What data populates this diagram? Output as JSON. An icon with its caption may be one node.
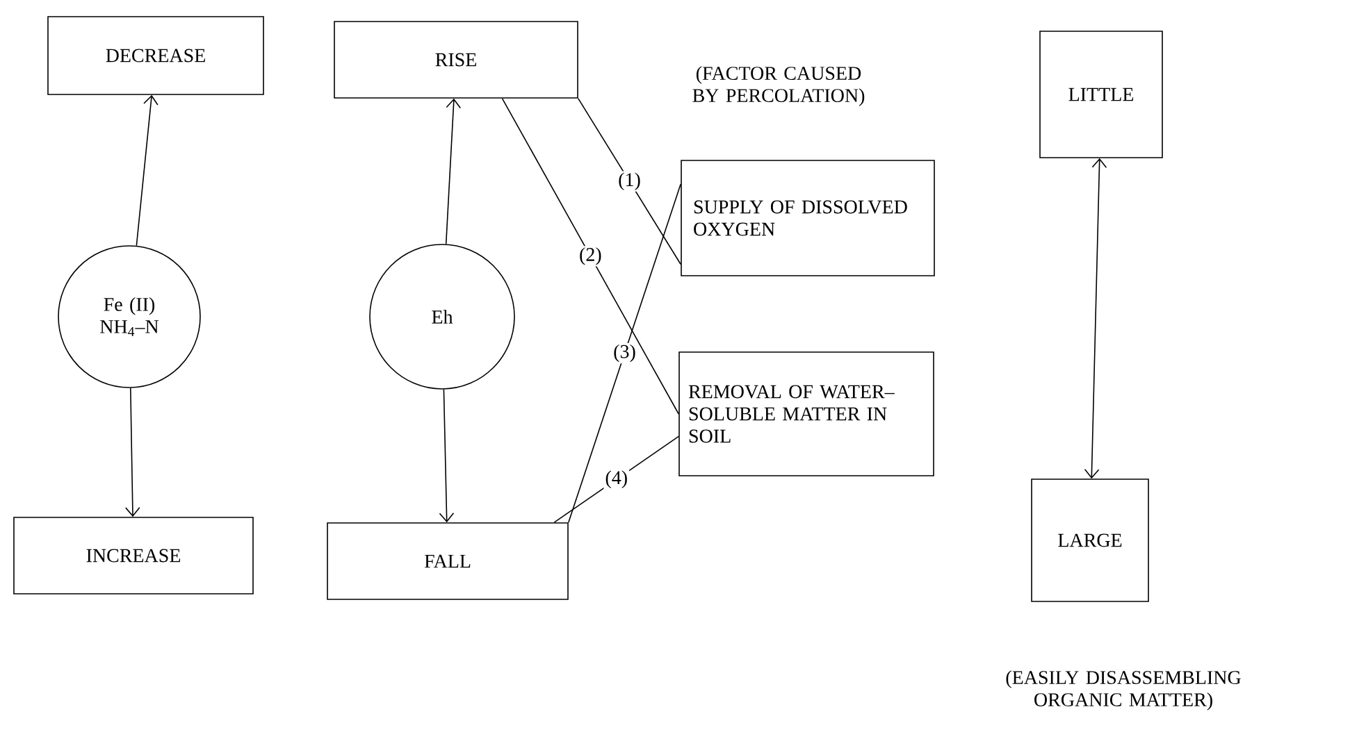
{
  "diagram": {
    "nodes": [
      {
        "text": [
          "DECREASE"
        ]
      },
      {
        "text": [
          "RISE"
        ]
      },
      {
        "text": [
          "LITTLE"
        ]
      },
      {
        "text": [
          "Fe (II) NH$_{4}$–N"
        ]
      },
      {
        "text": [
          "Eh"
        ]
      },
      {
        "text": [
          "SUPPLY OF DISSOLVED OXYGEN"
        ]
      },
      {
        "text": [
          "REMOVAL OF WATER–SOLUBLE MATTER IN SOIL"
        ]
      },
      {
        "text": [
          "INCREASE"
        ]
      },
      {
        "text": [
          "FALL"
        ]
      },
      {
        "text": [
          "LARGE"
        ]
      }
    ],
    "edges": [
      {
        "from": 3,
        "to": 0,
        "arrow": "to"
      },
      {
        "from": 3,
        "to": 7,
        "arrow": "to"
      },
      {
        "from": 4,
        "to": 1,
        "arrow": "to"
      },
      {
        "from": 4,
        "to": 8,
        "arrow": "to"
      },
      {
        "from": 2,
        "to": 9,
        "arrow": "both"
      },
      {
        "from": 1,
        "to": 5,
        "arrow": "none",
        "label": "(1)"
      },
      {
        "from": 1,
        "to": 6,
        "arrow": "none",
        "label": "(2)"
      },
      {
        "from": 8,
        "to": 5,
        "arrow": "none",
        "label": "(3)"
      },
      {
        "from": 8,
        "to": 6,
        "arrow": "none",
        "label": "(4)"
      }
    ],
    "labels": [
      "(FACTOR CAUSED BY PERCOLATION)",
      "(EASILY DISASSEMBLING ORGANIC MATTER)"
    ]
  }
}
